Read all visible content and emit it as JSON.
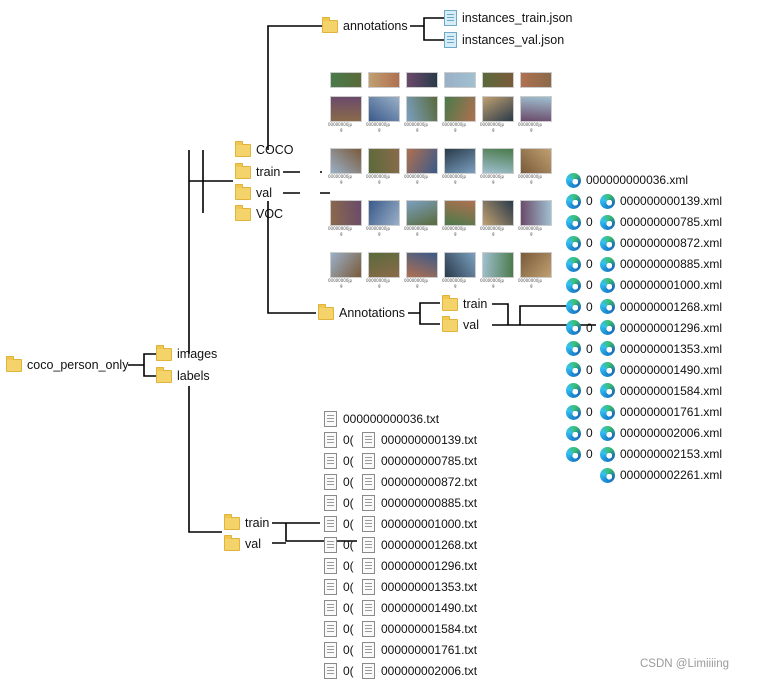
{
  "root": {
    "label": "coco_person_only"
  },
  "level1": {
    "images": "images",
    "labels": "labels"
  },
  "images_children": {
    "coco": "COCO",
    "train": "train",
    "val": "val",
    "voc": "VOC"
  },
  "coco": {
    "annotations_folder": "annotations",
    "annotation_files": [
      "instances_train.json",
      "instances_val.json"
    ],
    "image_label_prefix": "00000000",
    "image_label_suffix": "jp",
    "image_label_ext": "g"
  },
  "voc": {
    "annotations_folder": "Annotations",
    "train": "train",
    "val": "val",
    "first_xml": "000000000036.xml",
    "xml_files": [
      "000000000139.xml",
      "000000000785.xml",
      "000000000872.xml",
      "000000000885.xml",
      "000000001000.xml",
      "000000001268.xml",
      "000000001296.xml",
      "000000001353.xml",
      "000000001490.xml",
      "000000001584.xml",
      "000000001761.xml",
      "000000002006.xml",
      "000000002153.xml",
      "000000002261.xml"
    ],
    "back_stub": "0"
  },
  "labels": {
    "train": "train",
    "val": "val",
    "first_txt": "000000000036.txt",
    "txt_files": [
      "000000000139.txt",
      "000000000785.txt",
      "000000000872.txt",
      "000000000885.txt",
      "000000001000.txt",
      "000000001268.txt",
      "000000001296.txt",
      "000000001353.txt",
      "000000001490.txt",
      "000000001584.txt",
      "000000001761.txt",
      "000000002006.txt"
    ],
    "back_stub": "0("
  },
  "watermark": "CSDN @Limiiiing",
  "colors": {
    "folder": "#f5d36b",
    "line": "#000000",
    "text": "#111111",
    "watermark": "#9a9a9a"
  },
  "icons": {
    "folder": "folder-icon",
    "json": "json-file-icon",
    "xml": "edge-xml-icon",
    "txt": "text-file-icon"
  }
}
